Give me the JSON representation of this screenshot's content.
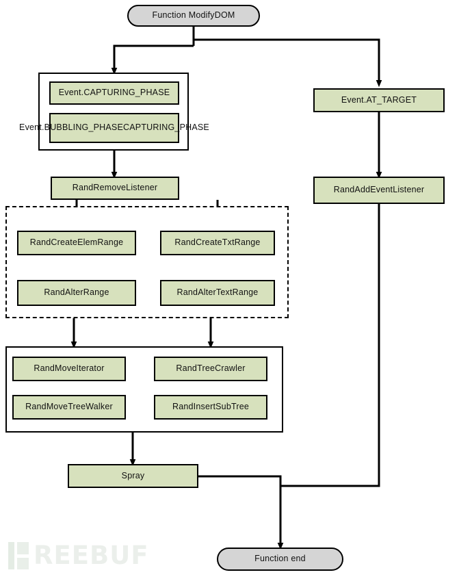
{
  "diagram": {
    "title": "Function ModifyDOM flowchart",
    "colors": {
      "process_fill": "#d7e1bd",
      "terminal_fill": "#d5d5d5",
      "stroke": "#000000",
      "background": "#ffffff",
      "watermark": "#e9efe9"
    },
    "nodes": {
      "start": "Function ModifyDOM",
      "capturing_phase": "Event.CAPTURING_PHASE",
      "bubbling_phase": "Event.BUBBLING_PHASECAPTURING_PHASE",
      "at_target": "Event.AT_TARGET",
      "rand_remove_listener": "RandRemoveListener",
      "rand_add_event_listener": "RandAddEventListener",
      "rand_create_elem_range": "RandCreateElemRange",
      "rand_create_txt_range": "RandCreateTxtRange",
      "rand_alter_range": "RandAlterRange",
      "rand_alter_text_range": "RandAlterTextRange",
      "rand_move_iterator": "RandMoveIterator",
      "rand_tree_crawler": "RandTreeCrawler",
      "rand_move_tree_walker": "RandMoveTreeWalker",
      "rand_insert_sub_tree": "RandInsertSubTree",
      "spray": "Spray",
      "end": "Function end"
    },
    "watermark": {
      "text": "REEBUF",
      "full": "FREEBUF"
    }
  }
}
